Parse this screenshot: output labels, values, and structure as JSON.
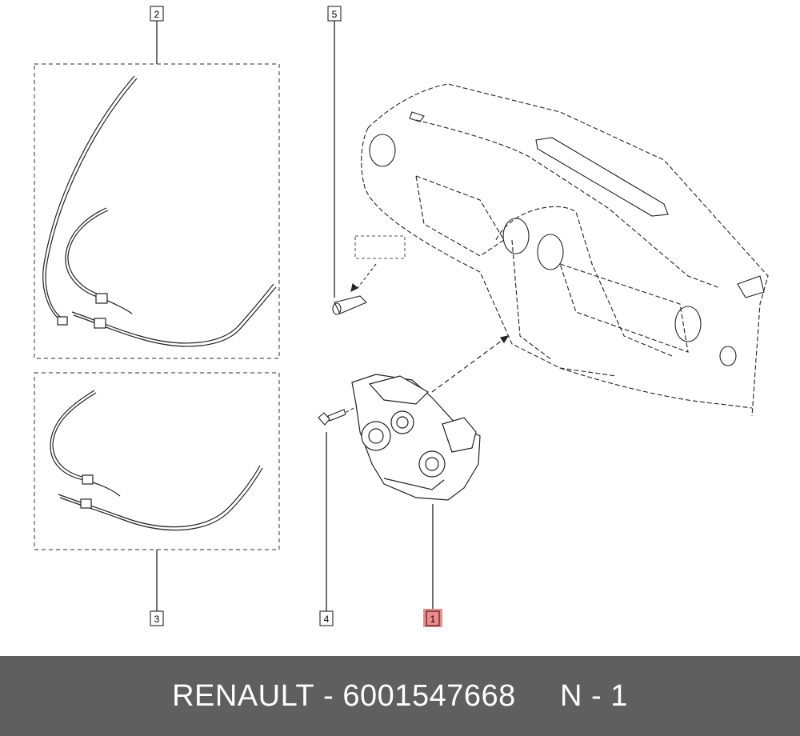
{
  "callouts": {
    "c1": "1",
    "c2": "2",
    "c3": "3",
    "c4": "4",
    "c5": "5"
  },
  "highlight_color": "#f08a8a",
  "footer": {
    "brand": "RENAULT",
    "separator": " - ",
    "part_number": "6001547668",
    "position": "N - 1",
    "background_color": "#5f5f5f"
  }
}
